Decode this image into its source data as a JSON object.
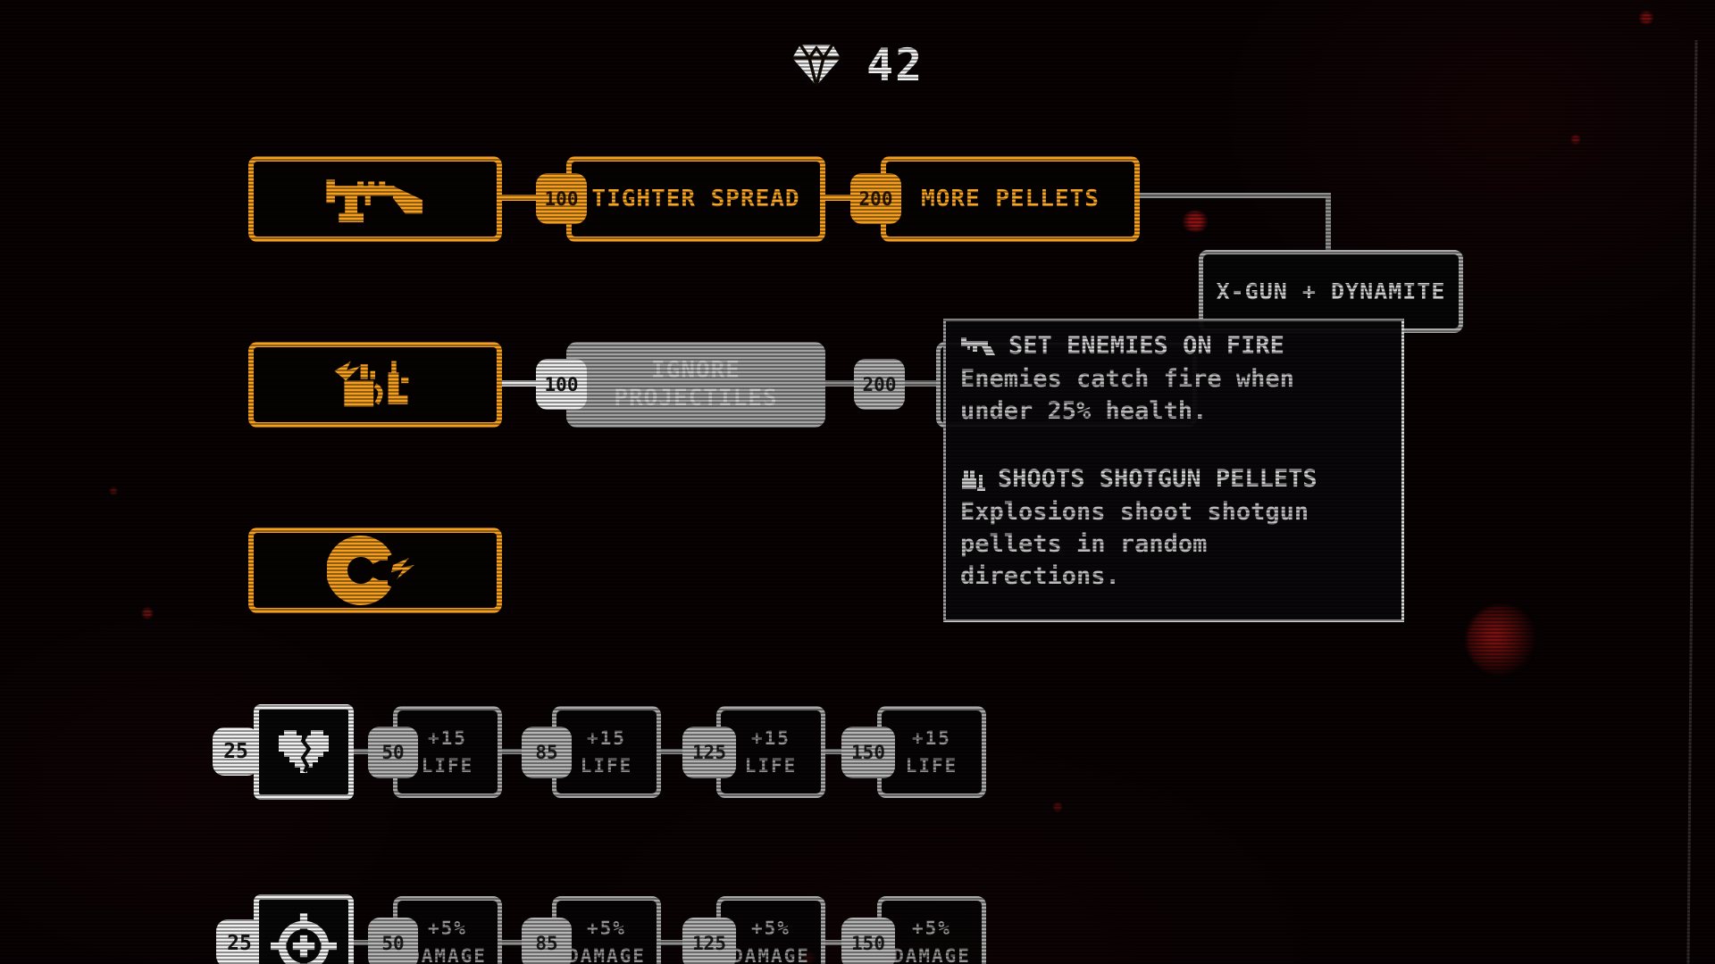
{
  "colors": {
    "orange": "#f59e1f",
    "gray_node_fill": "#a4a4a4",
    "gray_border": "#a9a9a9",
    "light_gray_text": "#cdcdcd",
    "white": "#f0f0f0",
    "red_particle": "#8a1212",
    "background": "#080203"
  },
  "currency": {
    "icon": "diamond-icon",
    "amount": "42"
  },
  "shotgun_track": {
    "icon": "shotgun-icon",
    "cost1": "100",
    "node1": "TIGHTER SPREAD",
    "cost2": "200",
    "node2": "MORE PELLETS",
    "node3": "X-GUN + DYNAMITE"
  },
  "xgun_track": {
    "icon": "dynamite-gun-icon",
    "cost1": "100",
    "node1_line1": "IGNORE",
    "node1_line2": "PROJECTILES",
    "cost2": "200"
  },
  "magnet_track": {
    "icon": "magnet-icon"
  },
  "tooltip": {
    "perk1": {
      "icon": "pistol-icon",
      "title": "SET ENEMIES ON FIRE",
      "line1": "Enemies catch fire when",
      "line2": "under 25% health."
    },
    "perk2": {
      "icon": "dynamite-icon",
      "title": "SHOOTS SHOTGUN PELLETS",
      "line1": "Explosions shoot shotgun",
      "line2": "pellets in random",
      "line3": "directions."
    }
  },
  "life_track": {
    "icon": "heart-icon",
    "unlock_cost": "25",
    "upgrades": [
      {
        "cost": "50",
        "line1": "+15",
        "line2": "LIFE"
      },
      {
        "cost": "85",
        "line1": "+15",
        "line2": "LIFE"
      },
      {
        "cost": "125",
        "line1": "+15",
        "line2": "LIFE"
      },
      {
        "cost": "150",
        "line1": "+15",
        "line2": "LIFE"
      }
    ]
  },
  "damage_track": {
    "icon": "crosshair-icon",
    "unlock_cost": "25",
    "upgrades": [
      {
        "cost": "50",
        "line1": "+5%",
        "line2": "DAMAGE"
      },
      {
        "cost": "85",
        "line1": "+5%",
        "line2": "DAMAGE"
      },
      {
        "cost": "125",
        "line1": "+5%",
        "line2": "DAMAGE"
      },
      {
        "cost": "150",
        "line1": "+5%",
        "line2": "DAMAGE"
      }
    ]
  }
}
